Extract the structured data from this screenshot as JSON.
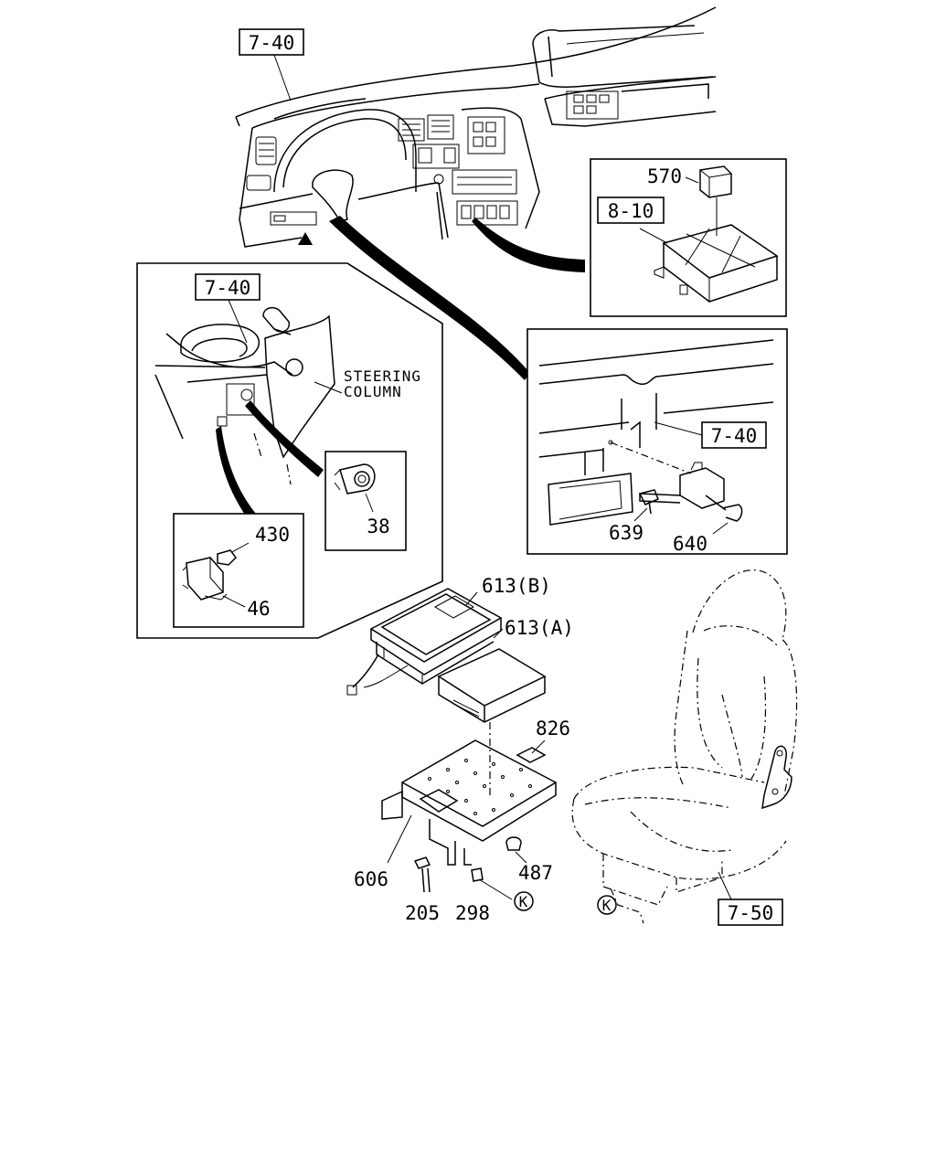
{
  "labels": {
    "ref_dash_top": "7-40",
    "ref_column_box": "7-40",
    "ref_bracket_box": "7-40",
    "ref_relay_box": "8-10",
    "ref_seat": "7-50",
    "steering_line1": "STEERING",
    "steering_line2": "COLUMN",
    "p570": "570",
    "p430": "430",
    "p46": "46",
    "p38": "38",
    "p639": "639",
    "p640": "640",
    "p613b": "613(B)",
    "p613a": "613(A)",
    "p826": "826",
    "p606": "606",
    "p487": "487",
    "p205": "205",
    "p298": "298",
    "k1": "K",
    "k2": "K"
  }
}
